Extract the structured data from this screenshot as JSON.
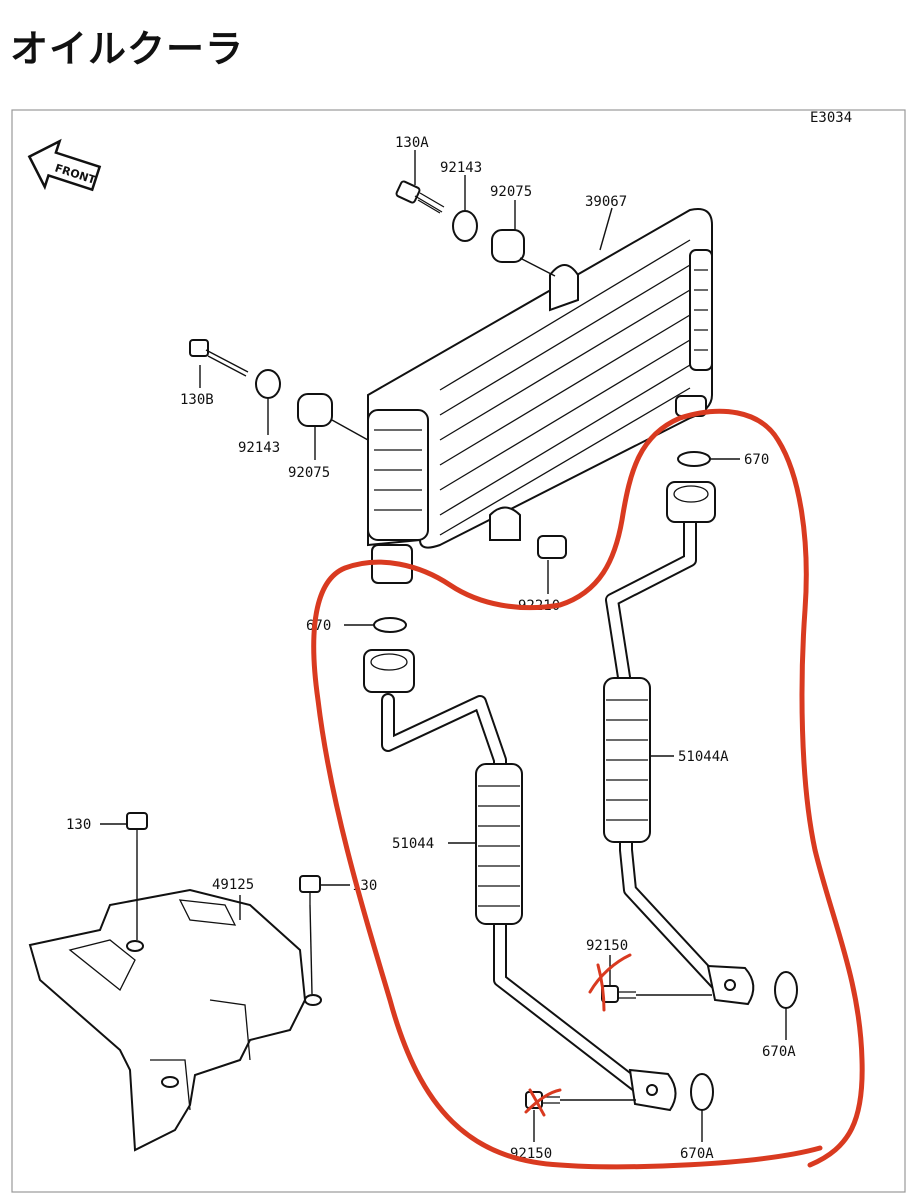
{
  "title": "オイルクーラ",
  "figure_code": "E3034",
  "front_label": "FRONT",
  "colors": {
    "markup": "#d93a20",
    "line": "#111111"
  },
  "callouts": {
    "bolt_130A": "130A",
    "washer_92143_top": "92143",
    "damper_92075_top": "92075",
    "cooler_39067": "39067",
    "bolt_130B": "130B",
    "washer_92143_left": "92143",
    "damper_92075_left": "92075",
    "oring_670_right": "670",
    "nut_92210": "92210",
    "oring_670_left": "670",
    "pipe_51044A": "51044A",
    "pipe_51044": "51044",
    "bolt_130_left": "130",
    "cover_49125": "49125",
    "bolt_130_right": "130",
    "bolt_92150_upper": "92150",
    "oring_670A_right": "670A",
    "bolt_92150_lower": "92150",
    "oring_670A_lower": "670A"
  }
}
